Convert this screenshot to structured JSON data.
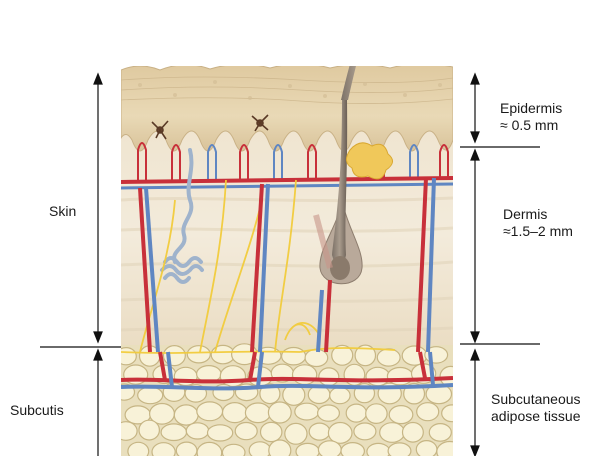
{
  "labels": {
    "skin": "Skin",
    "subcutis": "Subcutis",
    "epidermis_name": "Epidermis",
    "epidermis_thickness": "≈ 0.5 mm",
    "dermis_name": "Dermis",
    "dermis_thickness": "≈1.5–2 mm",
    "subcutaneous_line1": "Subcutaneous",
    "subcutaneous_line2": "adipose tissue"
  },
  "colors": {
    "epidermis": "#e4d3ad",
    "epidermis_dark": "#cdb890",
    "dermis": "#f1e8d6",
    "fat": "#f6efcf",
    "fat_outline": "#c9b98a",
    "artery": "#c8303a",
    "vein": "#5f86c2",
    "nerve": "#f2cc3c",
    "hair": "#6b6055",
    "sweat_gland": "#9fb3cc",
    "sebaceous_gland": "#f0c85a",
    "melanocyte": "#5a3a26"
  }
}
